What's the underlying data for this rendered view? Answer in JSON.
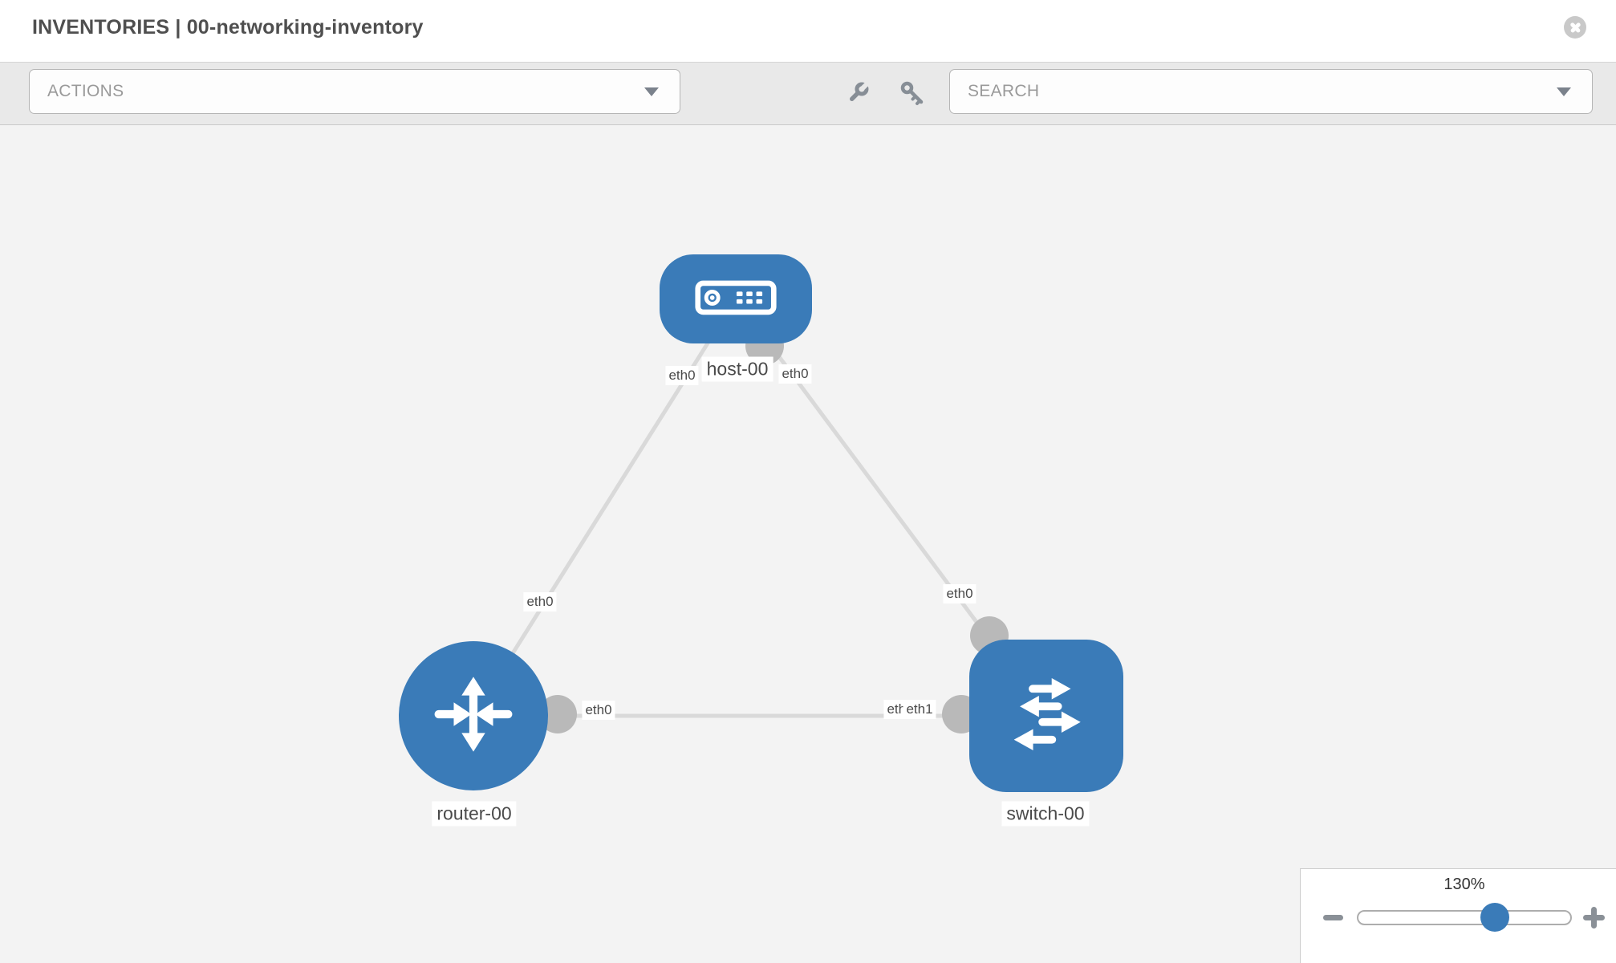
{
  "header": {
    "title": "INVENTORIES | 00-networking-inventory",
    "close_icon": "x-circle"
  },
  "toolbar": {
    "actions_dropdown": {
      "placeholder": "ACTIONS"
    },
    "search_dropdown": {
      "placeholder": "SEARCH"
    },
    "icons": [
      "wrench-icon",
      "key-icon"
    ]
  },
  "diagram": {
    "nodes": [
      {
        "id": "host-00",
        "type": "host",
        "label": "host-00"
      },
      {
        "id": "router-00",
        "type": "router",
        "label": "router-00"
      },
      {
        "id": "switch-00",
        "type": "switch",
        "label": "switch-00"
      }
    ],
    "links": [
      {
        "from": "host-00",
        "from_iface": "eth0",
        "to": "router-00",
        "to_iface": "eth0"
      },
      {
        "from": "host-00",
        "from_iface": "eth0",
        "to": "switch-00",
        "to_iface": "eth0"
      },
      {
        "from": "router-00",
        "from_iface": "eth0",
        "to": "switch-00",
        "to_iface": "eth1"
      }
    ],
    "labels": {
      "host": "host-00",
      "router": "router-00",
      "switch": "switch-00",
      "host_left_iface": "eth0",
      "host_right_iface": "eth0",
      "router_top_iface": "eth0",
      "router_right_iface": "eth0",
      "switch_top_iface": "eth0",
      "switch_left_iface_back": "eth0",
      "switch_left_iface_front": "eth1"
    }
  },
  "zoom_control": {
    "level": "130%",
    "zoom_out_icon": "minus",
    "zoom_in_icon": "plus"
  },
  "colors": {
    "node_blue": "#3a7bb8",
    "edge_gray": "#d9d9d9",
    "port_gray": "#b9b9b9",
    "toolbar_bg": "#e9e9e9",
    "canvas_bg": "#f3f3f3",
    "slider_thumb": "#3a7bb8"
  }
}
